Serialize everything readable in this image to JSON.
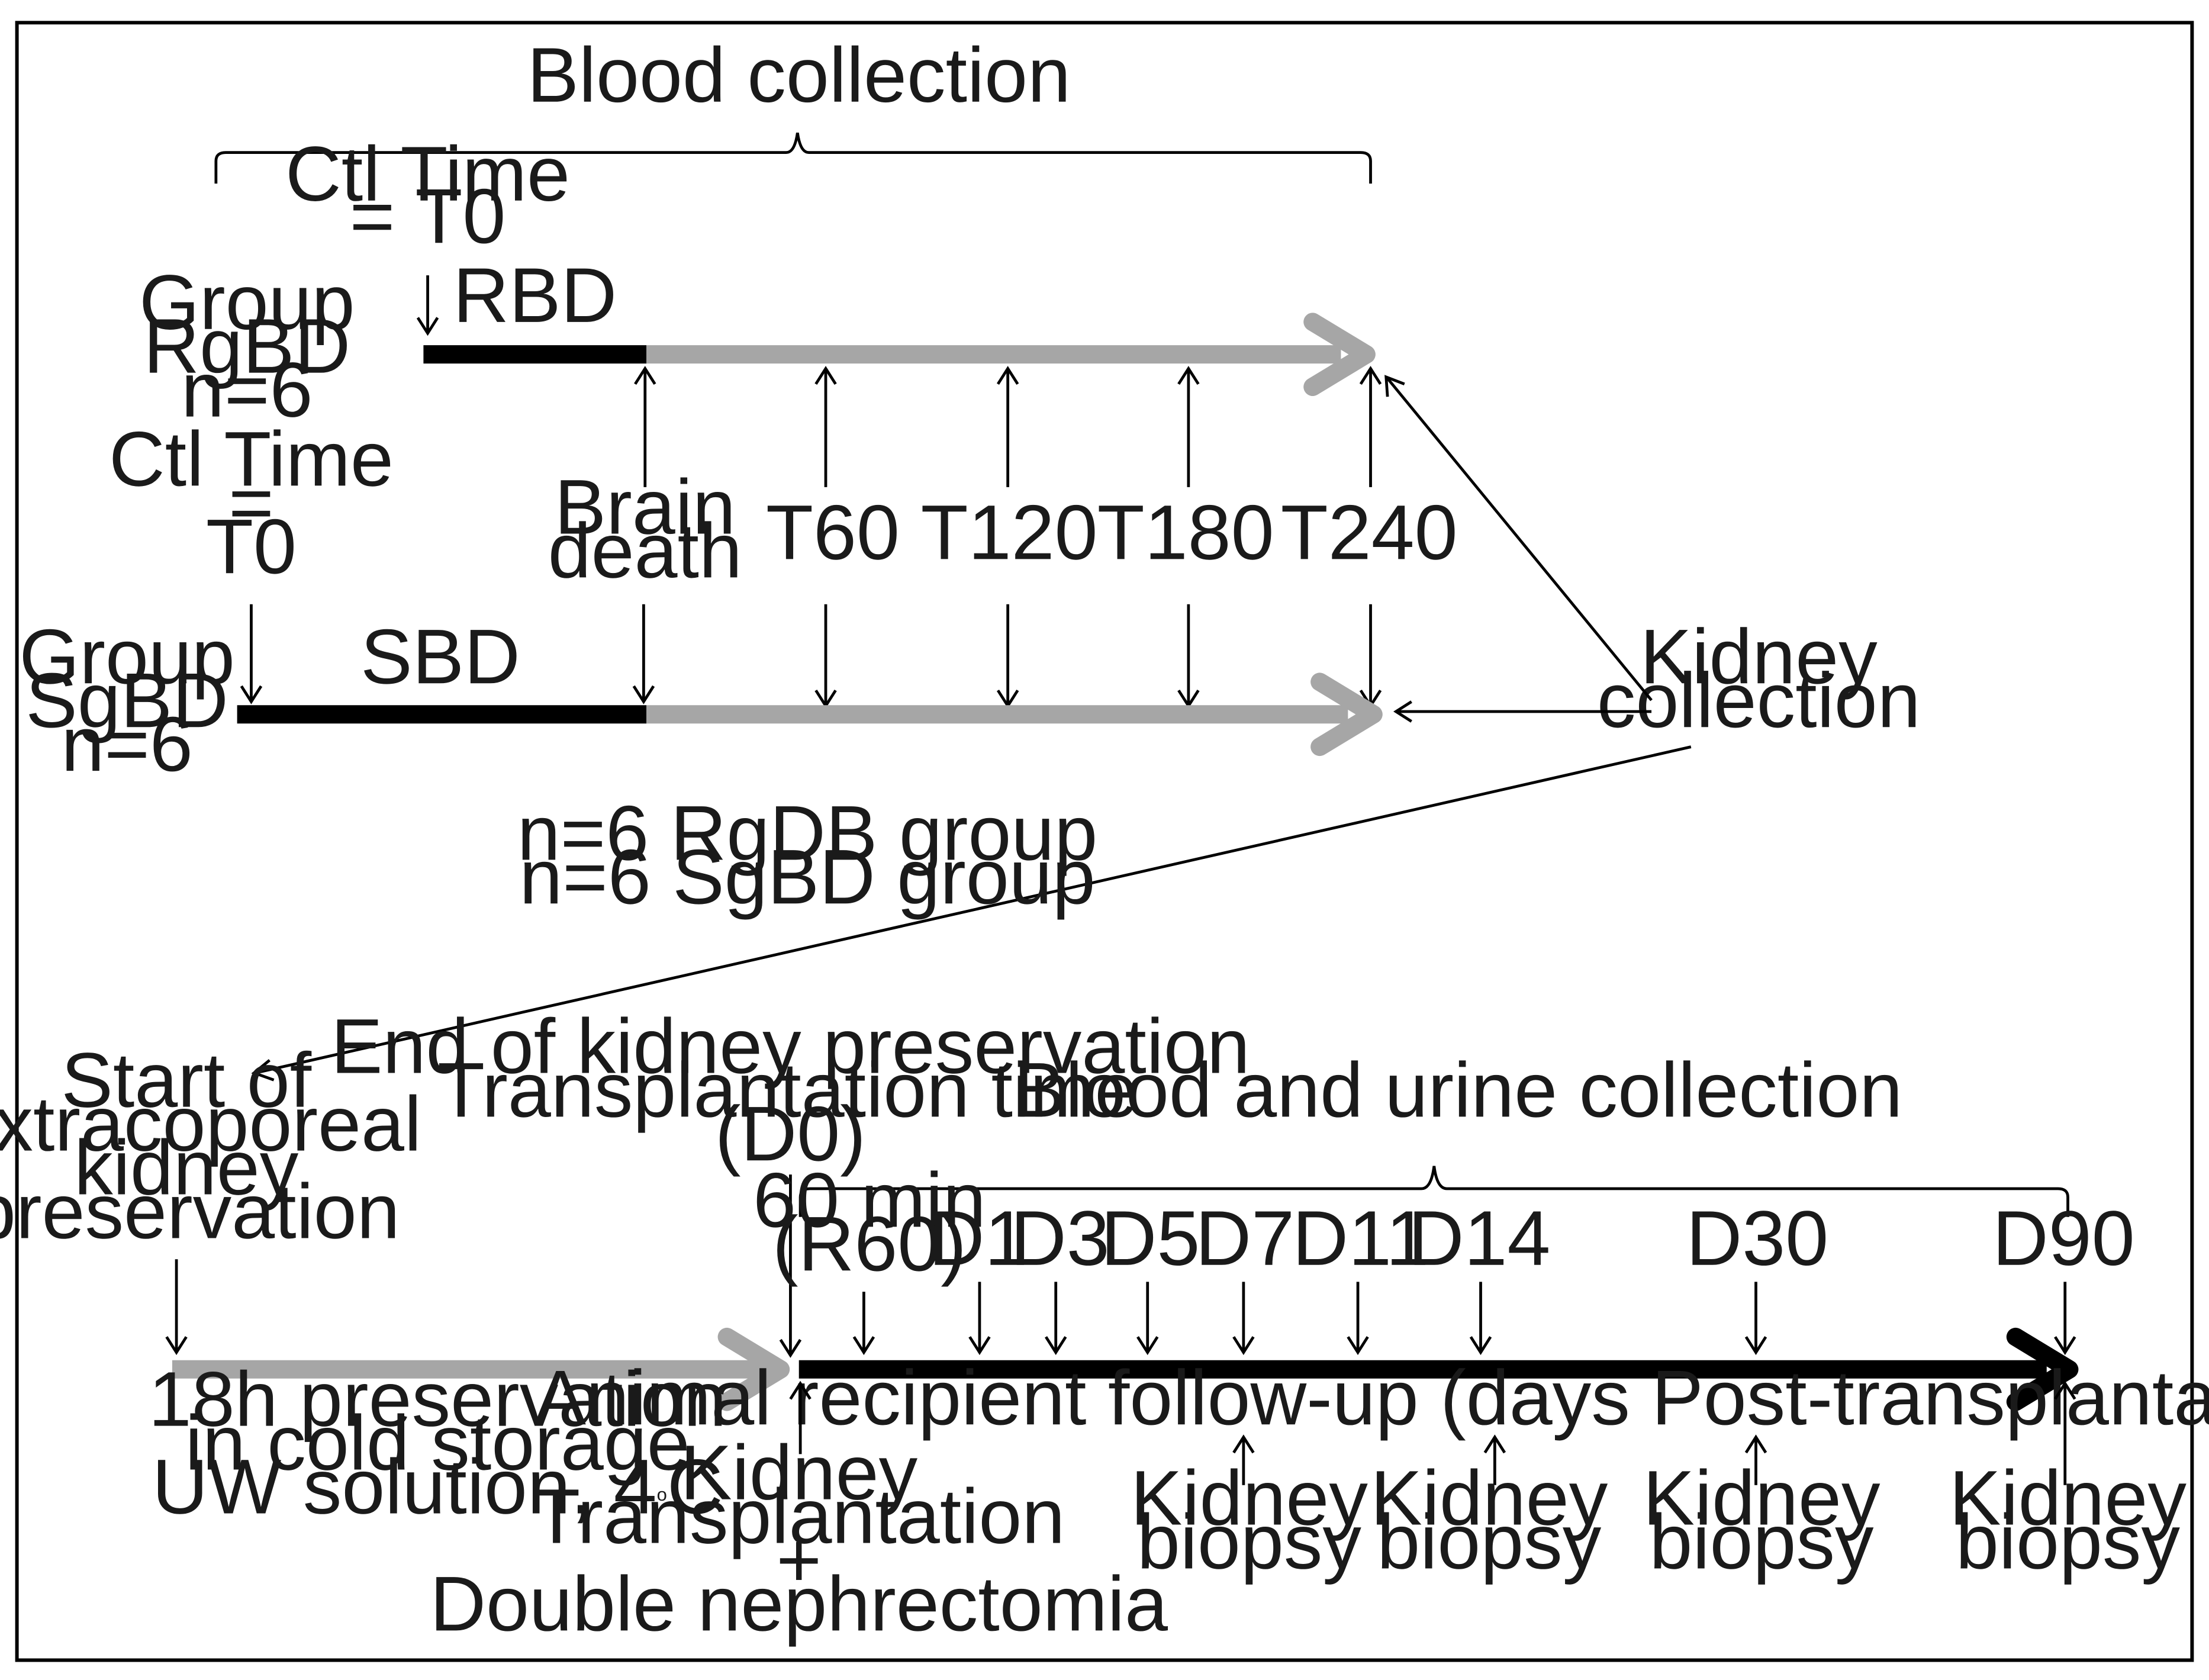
{
  "top": {
    "blood_collection": "Blood collection",
    "rgbd": {
      "ctl_time": [
        "Ctl Time",
        "= T0"
      ],
      "bar_label": "RBD",
      "group": [
        "Group",
        "RgBD",
        "n=6"
      ]
    },
    "sgbd": {
      "ctl_time": [
        "Ctl Time",
        "=",
        "T0"
      ],
      "bar_label": "SBD",
      "group": [
        "Group",
        "SgBD",
        "n=6"
      ]
    },
    "timepoints": {
      "brain_death": [
        "Brain",
        "death"
      ],
      "t60": "T60",
      "t120": "T120",
      "t180": "T180",
      "t240": "T240"
    },
    "kidney_collection": [
      "Kidney",
      "collection"
    ],
    "groups_note": [
      "n=6 RgDB group",
      "n=6 SgBD group"
    ]
  },
  "bottom": {
    "start_preservation": [
      "Start of",
      "extracoporeal",
      "kidney",
      "preservation"
    ],
    "preservation": {
      "line1": "18h preservation",
      "line2": "in cold storage",
      "line3": "UW solution, 4",
      "degree": "o",
      "unit": "C"
    },
    "end_preservation": [
      "End of kidney preservation",
      "Transplantation time",
      "(D0)"
    ],
    "blood_urine": "Blood and urine collection",
    "timepoints": {
      "r60": [
        "60 min",
        "(R60)"
      ],
      "d1": "D1",
      "d3": "D3",
      "d5": "D5",
      "d7": "D7",
      "d11": "D11",
      "d14": "D14",
      "d30": "D30",
      "d90": "D90"
    },
    "follow_up": "Animal recipient follow-up (days Post-transplantation)",
    "transplantation": [
      "Kidney",
      "Transplantation",
      "+",
      "Double nephrectomia"
    ],
    "biopsy": [
      "Kidney",
      "biopsy"
    ]
  },
  "colors": {
    "black_bar": "#000000",
    "gray_bar": "#a6a6a6",
    "border": "#000000"
  }
}
